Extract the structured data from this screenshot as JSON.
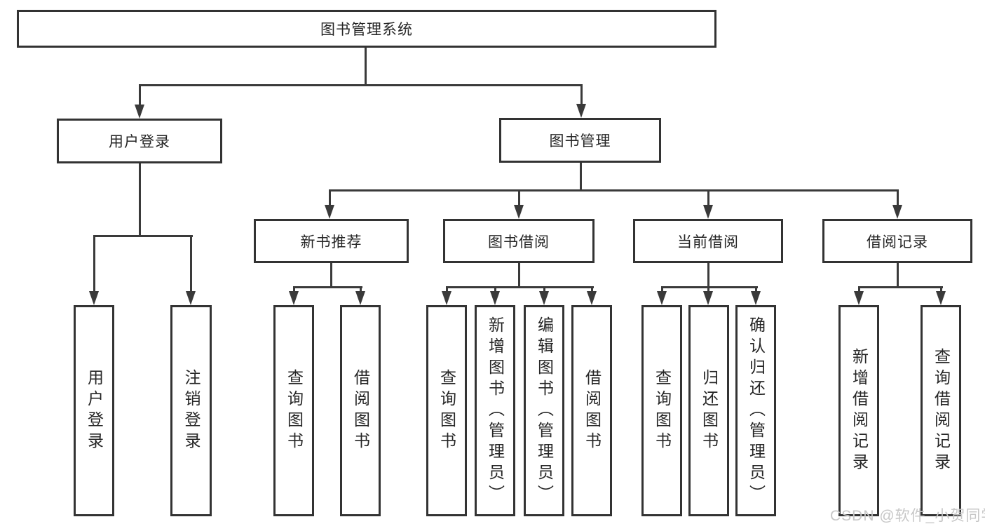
{
  "diagram": {
    "root": {
      "label": "图书管理系统"
    },
    "level2": [
      {
        "label": "用户登录"
      },
      {
        "label": "图书管理"
      }
    ],
    "level3": [
      {
        "label": "新书推荐"
      },
      {
        "label": "图书借阅"
      },
      {
        "label": "当前借阅"
      },
      {
        "label": "借阅记录"
      }
    ],
    "leaves": [
      {
        "label": "用户登录"
      },
      {
        "label": "注销登录"
      },
      {
        "label": "查询图书"
      },
      {
        "label": "借阅图书"
      },
      {
        "label": "查询图书"
      },
      {
        "label": "新增图书（管理员）"
      },
      {
        "label": "编辑图书（管理员）"
      },
      {
        "label": "借阅图书"
      },
      {
        "label": "查询图书"
      },
      {
        "label": "归还图书"
      },
      {
        "label": "确认归还（管理员）"
      },
      {
        "label": "新增借阅记录"
      },
      {
        "label": "查询借阅记录"
      }
    ]
  },
  "watermark": {
    "text": "CSDN @软件_小贺同学"
  },
  "colors": {
    "line": "#3a3a3a",
    "box_border": "#333333",
    "text": "#262626",
    "watermark": "#c7c7c7",
    "background": "#ffffff"
  }
}
